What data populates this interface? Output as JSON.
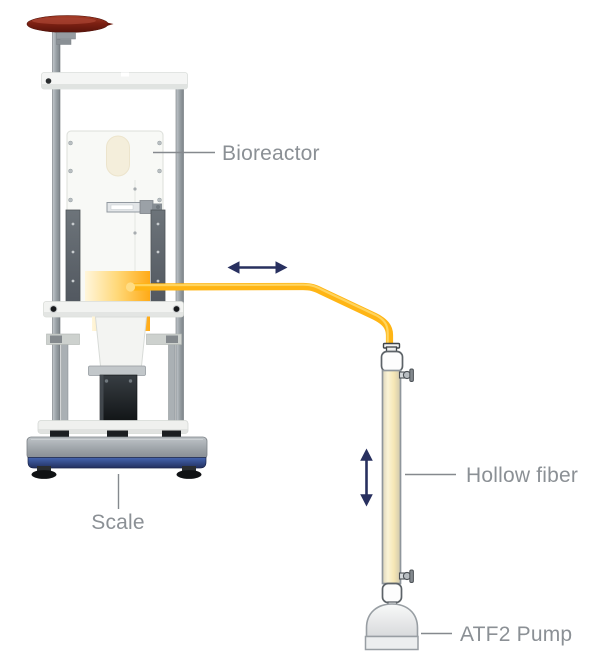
{
  "figure": {
    "type": "equipment-diagram",
    "labels": {
      "bioreactor": "Bioreactor",
      "scale": "Scale",
      "hollow_fiber": "Hollow fiber",
      "atf2_pump": "ATF2 Pump"
    },
    "icons": {
      "horizontal_flow": "left-right-double-arrow-icon",
      "vertical_flow": "up-down-double-arrow-icon"
    },
    "colors": {
      "tube_orange": "#FFB515",
      "tube_highlight": "#FFD765",
      "glow_start": "#FFF6DC",
      "glow_end": "#FFAA16",
      "arrow_navy": "#28305F",
      "label_gray": "#8B9095",
      "leader_gray": "#85898E",
      "scale_blue_top": "#4565B0",
      "scale_blue_bottom": "#22305F",
      "motor_disc_red": "#7E2113",
      "frame_gray": "#9BA1A6",
      "rail_dark_gray": "#5E6468",
      "column_cream": "#F8EFC9",
      "pump_gray": "#E9EBEC"
    }
  }
}
